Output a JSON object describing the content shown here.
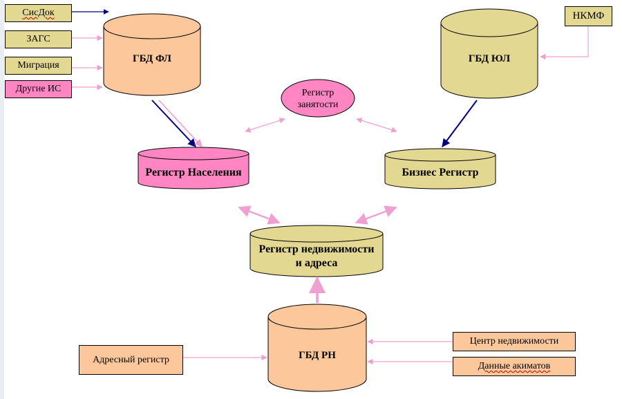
{
  "sources": {
    "sysdok": "СисДок",
    "zags": "ЗАГС",
    "migration": "Миграция",
    "other_is": "Другие ИС",
    "nkmf": "НКМФ",
    "address_registry": "Адресный регистр",
    "real_estate_center": "Центр недвижимости",
    "akimat_data": "Данные акиматов"
  },
  "databases": {
    "gbd_fl": "ГБД ФЛ",
    "gbd_ul": "ГБД ЮЛ",
    "gbd_rn": "ГБД РН",
    "population_registry": "Регистр Населения",
    "business_registry": "Бизнес Регистр",
    "real_estate_registry_l1": "Регистр недвижимости",
    "real_estate_registry_l2": "и адреса"
  },
  "employment_registry": {
    "line1": "Регистр",
    "line2": "занятости"
  },
  "colors": {
    "khaki": "#e3d891",
    "peach": "#fcc89b",
    "pink": "#ff86c3",
    "arrow_pink": "#f0a0d0",
    "arrow_navy": "#000080"
  }
}
